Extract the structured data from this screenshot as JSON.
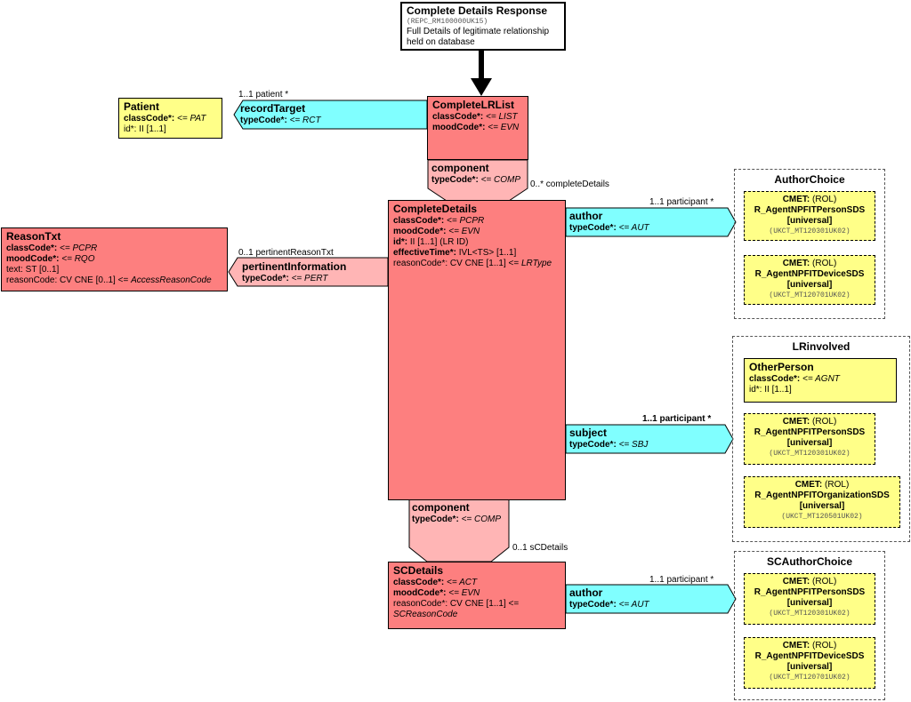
{
  "diagram": {
    "root": {
      "title": "Complete Details Response",
      "code": "(REPC_RM100000UK15)",
      "desc": "Full Details of legitimate relationship held on database"
    },
    "patient": {
      "title": "Patient",
      "line1_key": "classCode*:",
      "line1_val": "<= PAT",
      "line2": "id*: II [1..1]"
    },
    "record_target": {
      "title": "recordTarget",
      "type_key": "typeCode*:",
      "type_val": "<= RCT",
      "multiplicity": "1..1 patient  *"
    },
    "complete_lr_list": {
      "title": "CompleteLRList",
      "class_key": "classCode*:",
      "class_val": "<= LIST",
      "mood_key": "moodCode*:",
      "mood_val": "<= EVN"
    },
    "component1": {
      "title": "component",
      "type_key": "typeCode*:",
      "type_val": "<= COMP",
      "multiplicity": "0..* completeDetails"
    },
    "complete_details": {
      "title": "CompleteDetails",
      "class_key": "classCode*:",
      "class_val": "<= PCPR",
      "mood_key": "moodCode*:",
      "mood_val": "<= EVN",
      "id_key": "id*:",
      "id_val": "II [1..1] (LR ID)",
      "eff_key": "effectiveTime*:",
      "eff_val": "IVL<TS> [1..1]",
      "reason_text": "reasonCode*: CV CNE [1..1] <=",
      "reason_val": "LRType"
    },
    "reason_txt": {
      "title": "ReasonTxt",
      "class_key": "classCode*:",
      "class_val": "<= PCPR",
      "mood_key": "moodCode*:",
      "mood_val": "<= RQO",
      "text_line": "text: ST [0..1]",
      "reason_text": "reasonCode: CV CNE [0..1] <=",
      "reason_val": "AccessReasonCode"
    },
    "pertinent_info": {
      "title": "pertinentInformation",
      "type_key": "typeCode*:",
      "type_val": "<= PERT",
      "multiplicity": "0..1 pertinentReasonTxt"
    },
    "author1": {
      "title": "author",
      "type_key": "typeCode*:",
      "type_val": "<= AUT",
      "multiplicity": "1..1 participant  *"
    },
    "author_choice": {
      "title": "AuthorChoice",
      "cmet1": {
        "prefix": "CMET:",
        "kind": "(ROL)",
        "name": "R_AgentNPFITPersonSDS",
        "scope": "[universal]",
        "code": "(UKCT_MT120301UK02)"
      },
      "cmet2": {
        "prefix": "CMET:",
        "kind": "(ROL)",
        "name": "R_AgentNPFITDeviceSDS",
        "scope": "[universal]",
        "code": "(UKCT_MT120701UK02)"
      }
    },
    "subject": {
      "title": "subject",
      "type_key": "typeCode*:",
      "type_val": "<= SBJ",
      "multiplicity": "1..1 participant  *"
    },
    "lr_involved": {
      "title": "LRinvolved",
      "other_person": {
        "title": "OtherPerson",
        "class_key": "classCode*:",
        "class_val": "<= AGNT",
        "id_line": "id*: II [1..1]"
      },
      "cmet1": {
        "prefix": "CMET:",
        "kind": "(ROL)",
        "name": "R_AgentNPFITPersonSDS",
        "scope": "[universal]",
        "code": "(UKCT_MT120301UK02)"
      },
      "cmet2": {
        "prefix": "CMET:",
        "kind": "(ROL)",
        "name": "R_AgentNPFITOrganizationSDS",
        "scope": "[universal]",
        "code": "(UKCT_MT120501UK02)"
      }
    },
    "component2": {
      "title": "component",
      "type_key": "typeCode*:",
      "type_val": "<= COMP",
      "multiplicity": "0..1 sCDetails"
    },
    "sc_details": {
      "title": "SCDetails",
      "class_key": "classCode*:",
      "class_val": "<= ACT",
      "mood_key": "moodCode*:",
      "mood_val": "<= EVN",
      "reason_text": "reasonCode*: CV CNE [1..1] <=",
      "reason_val": "SCReasonCode"
    },
    "author2": {
      "title": "author",
      "type_key": "typeCode*:",
      "type_val": "<= AUT",
      "multiplicity": "1..1 participant  *"
    },
    "sc_author_choice": {
      "title": "SCAuthorChoice",
      "cmet1": {
        "prefix": "CMET:",
        "kind": "(ROL)",
        "name": "R_AgentNPFITPersonSDS",
        "scope": "[universal]",
        "code": "(UKCT_MT120301UK02)"
      },
      "cmet2": {
        "prefix": "CMET:",
        "kind": "(ROL)",
        "name": "R_AgentNPFITDeviceSDS",
        "scope": "[universal]",
        "code": "(UKCT_MT120701UK02)"
      }
    },
    "colors": {
      "act_red": "#fd7f7f",
      "relationship_pink": "#ffb5b5",
      "role_yellow": "#ffff88",
      "participation_cyan": "#80ffff"
    }
  }
}
